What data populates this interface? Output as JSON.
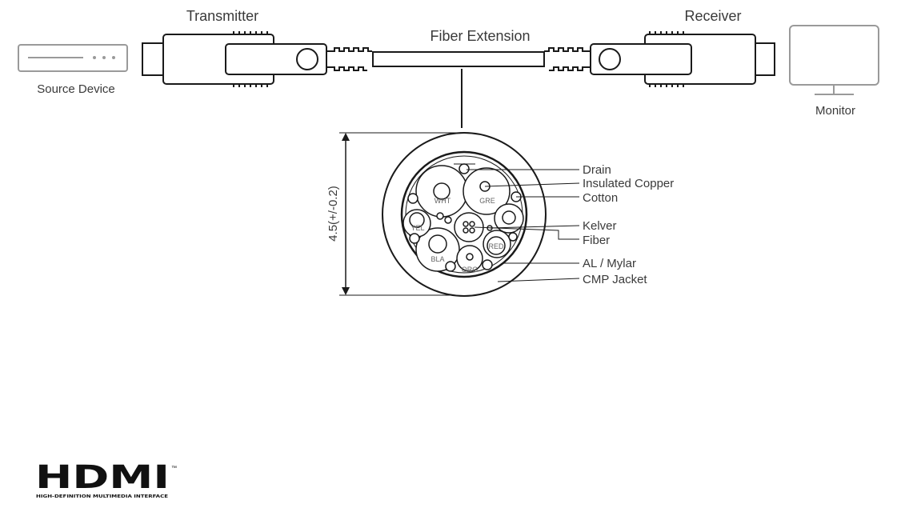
{
  "labels": {
    "transmitter": "Transmitter",
    "receiver": "Receiver",
    "fiber_extension": "Fiber Extension",
    "source_device": "Source Device",
    "monitor": "Monitor",
    "dimension": "4.5(+/-0.2)"
  },
  "callouts": {
    "drain": "Drain",
    "insulated_copper": "Insulated Copper",
    "cotton": "Cotton",
    "kelver": "Kelver",
    "fiber": "Fiber",
    "al_mylar": "AL / Mylar",
    "cmp_jacket": "CMP Jacket"
  },
  "wires": {
    "wht": "WHT",
    "gre": "GRE",
    "yel": "YEL",
    "bla": "BLA",
    "red": "RED",
    "org": "ORG"
  },
  "logo": {
    "text": "HDMI",
    "tm": "™",
    "tagline": "HIGH-DEFINITION MULTIMEDIA INTERFACE"
  },
  "colors": {
    "line": "#1a1a1a",
    "device_outline": "#9a9a9a"
  }
}
